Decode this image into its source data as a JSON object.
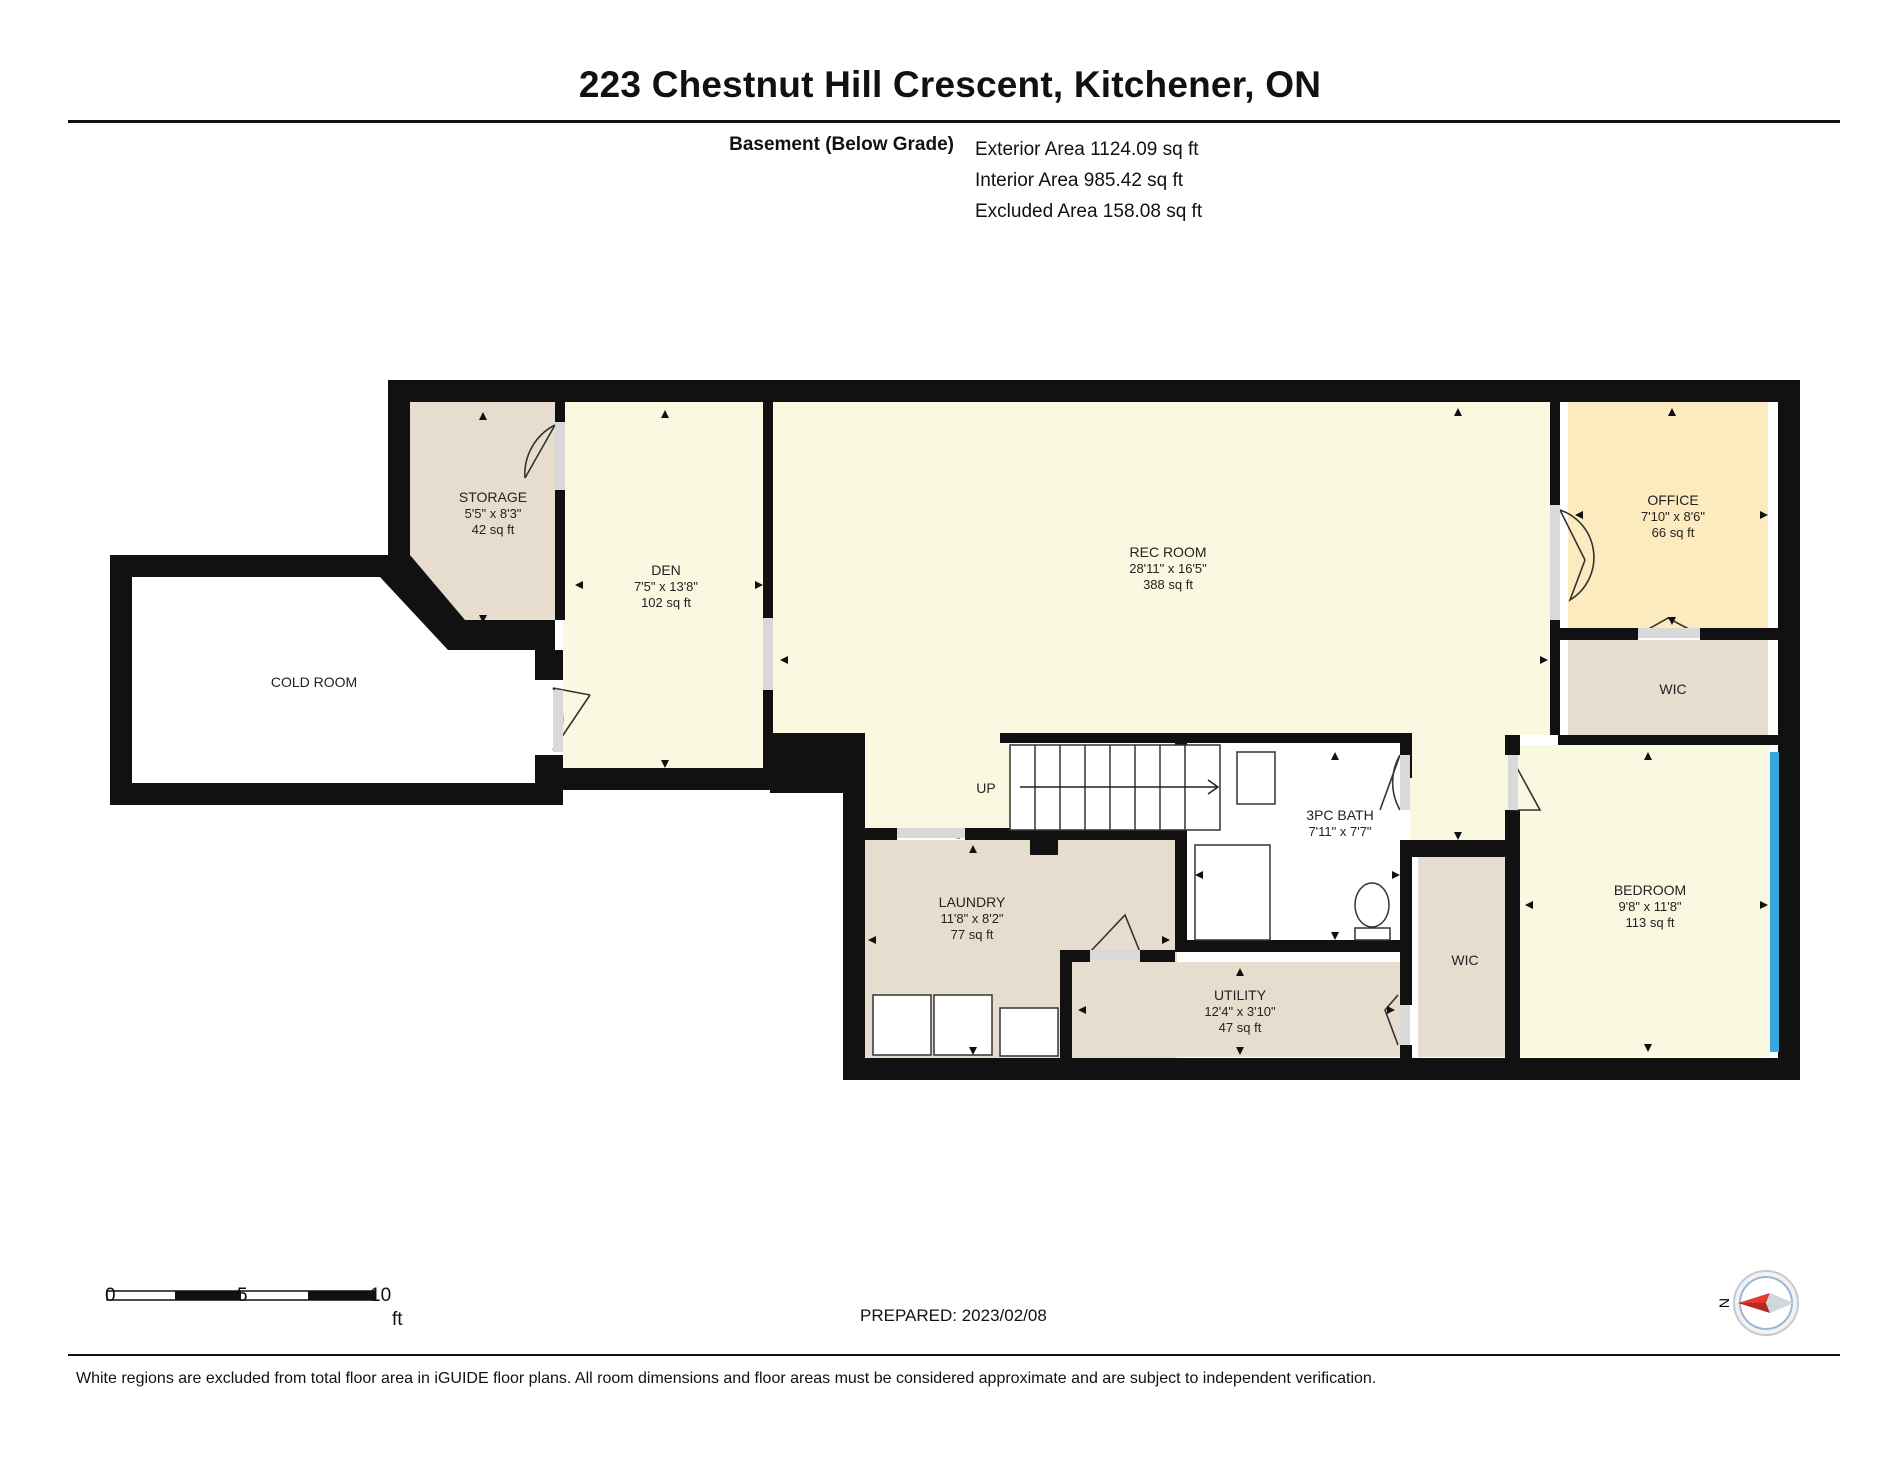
{
  "title": "223 Chestnut Hill Crescent, Kitchener, ON",
  "floor": {
    "label": "Basement (Below Grade)",
    "areas": [
      "Exterior Area 1124.09 sq ft",
      "Interior Area 985.42 sq ft",
      "Excluded Area 158.08 sq ft"
    ]
  },
  "rooms": {
    "storage": {
      "name": "STORAGE",
      "dims": "5'5\" x 8'3\"",
      "area": "42 sq ft"
    },
    "den": {
      "name": "DEN",
      "dims": "7'5\" x 13'8\"",
      "area": "102 sq ft"
    },
    "rec": {
      "name": "REC ROOM",
      "dims": "28'11\" x 16'5\"",
      "area": "388 sq ft"
    },
    "office": {
      "name": "OFFICE",
      "dims": "7'10\" x 8'6\"",
      "area": "66 sq ft"
    },
    "wic_top": {
      "name": "WIC"
    },
    "cold": {
      "name": "COLD ROOM"
    },
    "stairs": {
      "label": "UP"
    },
    "bath": {
      "name": "3PC BATH",
      "dims": "7'11\" x 7'7\""
    },
    "laundry": {
      "name": "LAUNDRY",
      "dims": "11'8\" x 8'2\"",
      "area": "77 sq ft"
    },
    "utility": {
      "name": "UTILITY",
      "dims": "12'4\" x 3'10\"",
      "area": "47 sq ft"
    },
    "wic_bottom": {
      "name": "WIC"
    },
    "bedroom": {
      "name": "BEDROOM",
      "dims": "9'8\" x 11'8\"",
      "area": "113 sq ft"
    }
  },
  "colors": {
    "wall": "#111111",
    "cream": "#fbf8e1",
    "storage_tan": "#e6ddcf",
    "office_yellow": "#fcebbf",
    "window_blue": "#3aa6dc",
    "compass_red": "#e23b2e"
  },
  "scale_bar": {
    "ticks": [
      "0",
      "5",
      "10"
    ],
    "unit": "ft"
  },
  "prepared": "PREPARED: 2023/02/08",
  "compass": {
    "north_label": "N"
  },
  "footnote": "White regions are excluded from total floor area in iGUIDE floor plans. All room dimensions and floor areas must be considered approximate and are subject to independent verification."
}
